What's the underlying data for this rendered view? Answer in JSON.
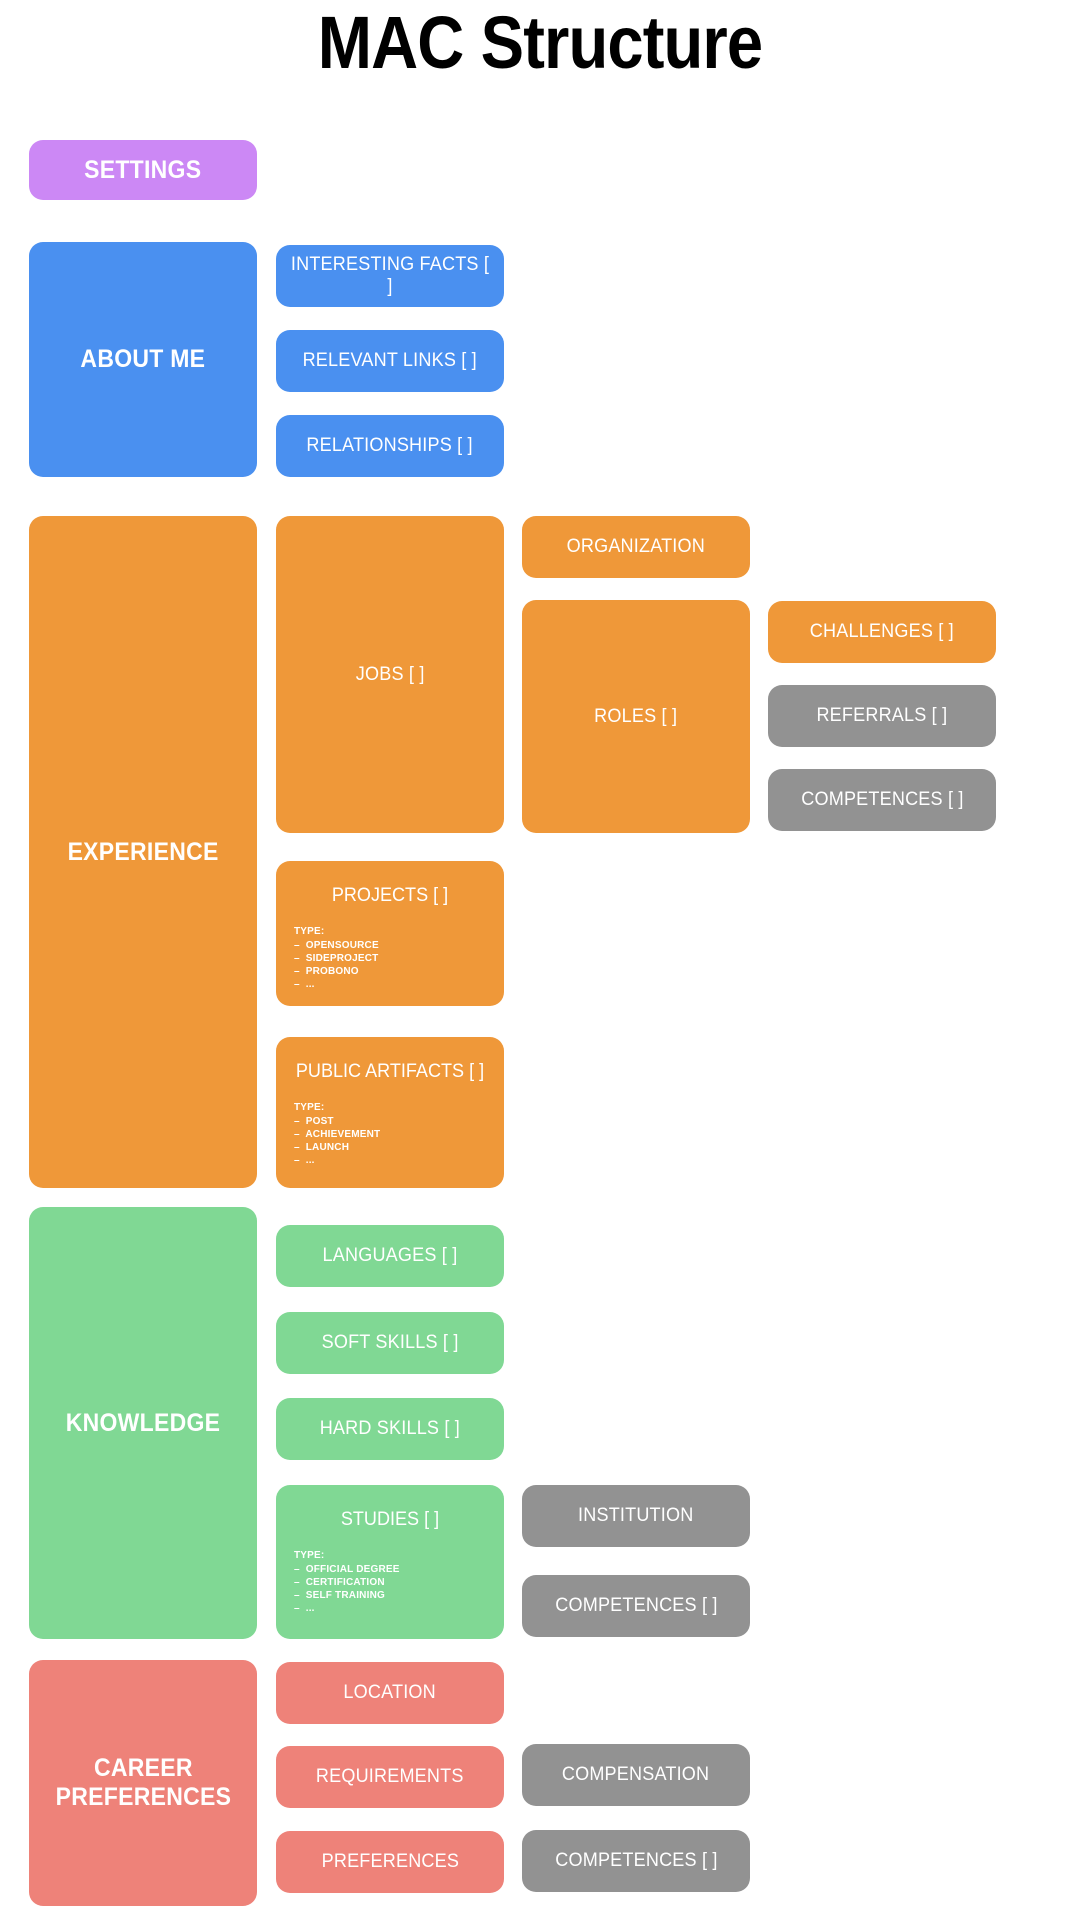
{
  "title": "MAC Structure",
  "colors": {
    "settings": "#cc88f5",
    "about_me": "#4a90f0",
    "experience": "#ef9839",
    "knowledge": "#80d894",
    "career_preferences": "#ee8279",
    "secondary": "#929292",
    "background": "#ffffff",
    "text_on_card": "#ffffff",
    "title_text": "#000000"
  },
  "sections": {
    "settings": {
      "label": "SETTINGS"
    },
    "about_me": {
      "label": "ABOUT ME",
      "children": [
        {
          "label": "INTERESTING FACTS [ ]"
        },
        {
          "label": "RELEVANT LINKS [ ]"
        },
        {
          "label": "RELATIONSHIPS [ ]"
        }
      ]
    },
    "experience": {
      "label": "EXPERIENCE",
      "jobs": {
        "label": "JOBS [ ]"
      },
      "organization": {
        "label": "ORGANIZATION"
      },
      "roles": {
        "label": "ROLES [ ]"
      },
      "challenges": {
        "label": "CHALLENGES [ ]"
      },
      "referrals": {
        "label": "REFERRALS [ ]"
      },
      "competences": {
        "label": "COMPETENCES [ ]"
      },
      "projects": {
        "label": "PROJECTS [ ]",
        "type_heading": "TYPE:",
        "types": [
          "OPENSOURCE",
          "SIDEPROJECT",
          "PROBONO",
          "..."
        ]
      },
      "public_artifacts": {
        "label": "PUBLIC ARTIFACTS [ ]",
        "type_heading": "TYPE:",
        "types": [
          "POST",
          "ACHIEVEMENT",
          "LAUNCH",
          "..."
        ]
      }
    },
    "knowledge": {
      "label": "KNOWLEDGE",
      "languages": {
        "label": "LANGUAGES [ ]"
      },
      "soft_skills": {
        "label": "SOFT SKILLS [ ]"
      },
      "hard_skills": {
        "label": "HARD SKILLS [ ]"
      },
      "studies": {
        "label": "STUDIES [ ]",
        "type_heading": "TYPE:",
        "types": [
          "OFFICIAL DEGREE",
          "CERTIFICATION",
          "SELF TRAINING",
          "..."
        ]
      },
      "institution": {
        "label": "INSTITUTION"
      },
      "competences": {
        "label": "COMPETENCES [ ]"
      }
    },
    "career_preferences": {
      "label": "CAREER\nPREFERENCES",
      "location": {
        "label": "LOCATION"
      },
      "requirements": {
        "label": "REQUIREMENTS"
      },
      "preferences": {
        "label": "PREFERENCES"
      },
      "compensation": {
        "label": "COMPENSATION"
      },
      "competences": {
        "label": "COMPETENCES [ ]"
      }
    }
  }
}
